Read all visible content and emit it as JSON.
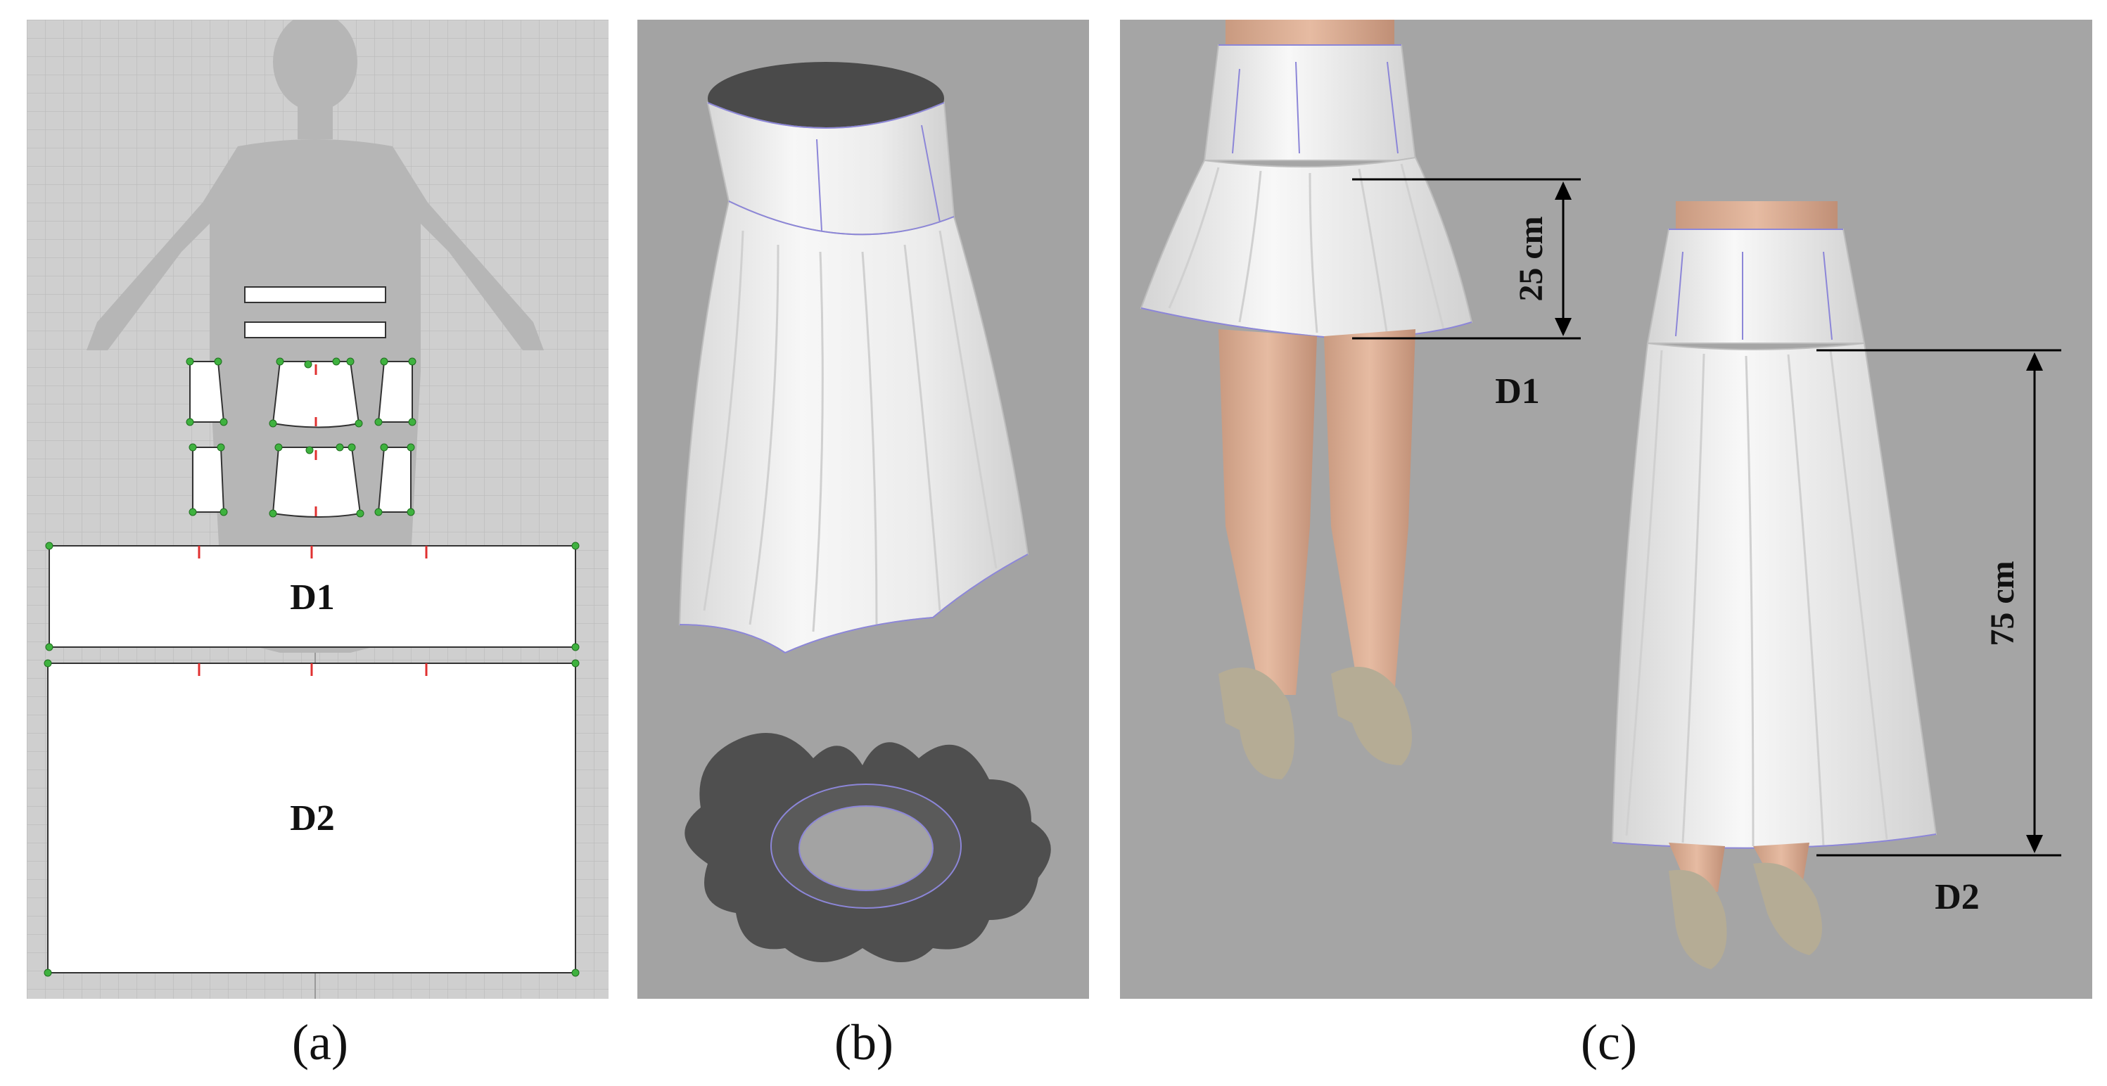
{
  "figure": {
    "panels": [
      {
        "id": "a",
        "caption": "(a)",
        "pattern_pieces": [
          {
            "id": "D1",
            "label": "D1"
          },
          {
            "id": "D2",
            "label": "D2"
          }
        ]
      },
      {
        "id": "b",
        "caption": "(b)"
      },
      {
        "id": "c",
        "caption": "(c)",
        "garments": [
          {
            "id": "D1",
            "label": "D1",
            "measurement": "25 cm"
          },
          {
            "id": "D2",
            "label": "D2",
            "measurement": "75 cm"
          }
        ]
      }
    ]
  },
  "colors": {
    "grid_background": "#cfcfcf",
    "render_background": "#a4a4a4",
    "fabric": "#f2f2f2",
    "seam_line": "#8c86d8",
    "pattern_point": "#3fb23f",
    "notch": "#e03030",
    "dimension_line": "#000000"
  }
}
